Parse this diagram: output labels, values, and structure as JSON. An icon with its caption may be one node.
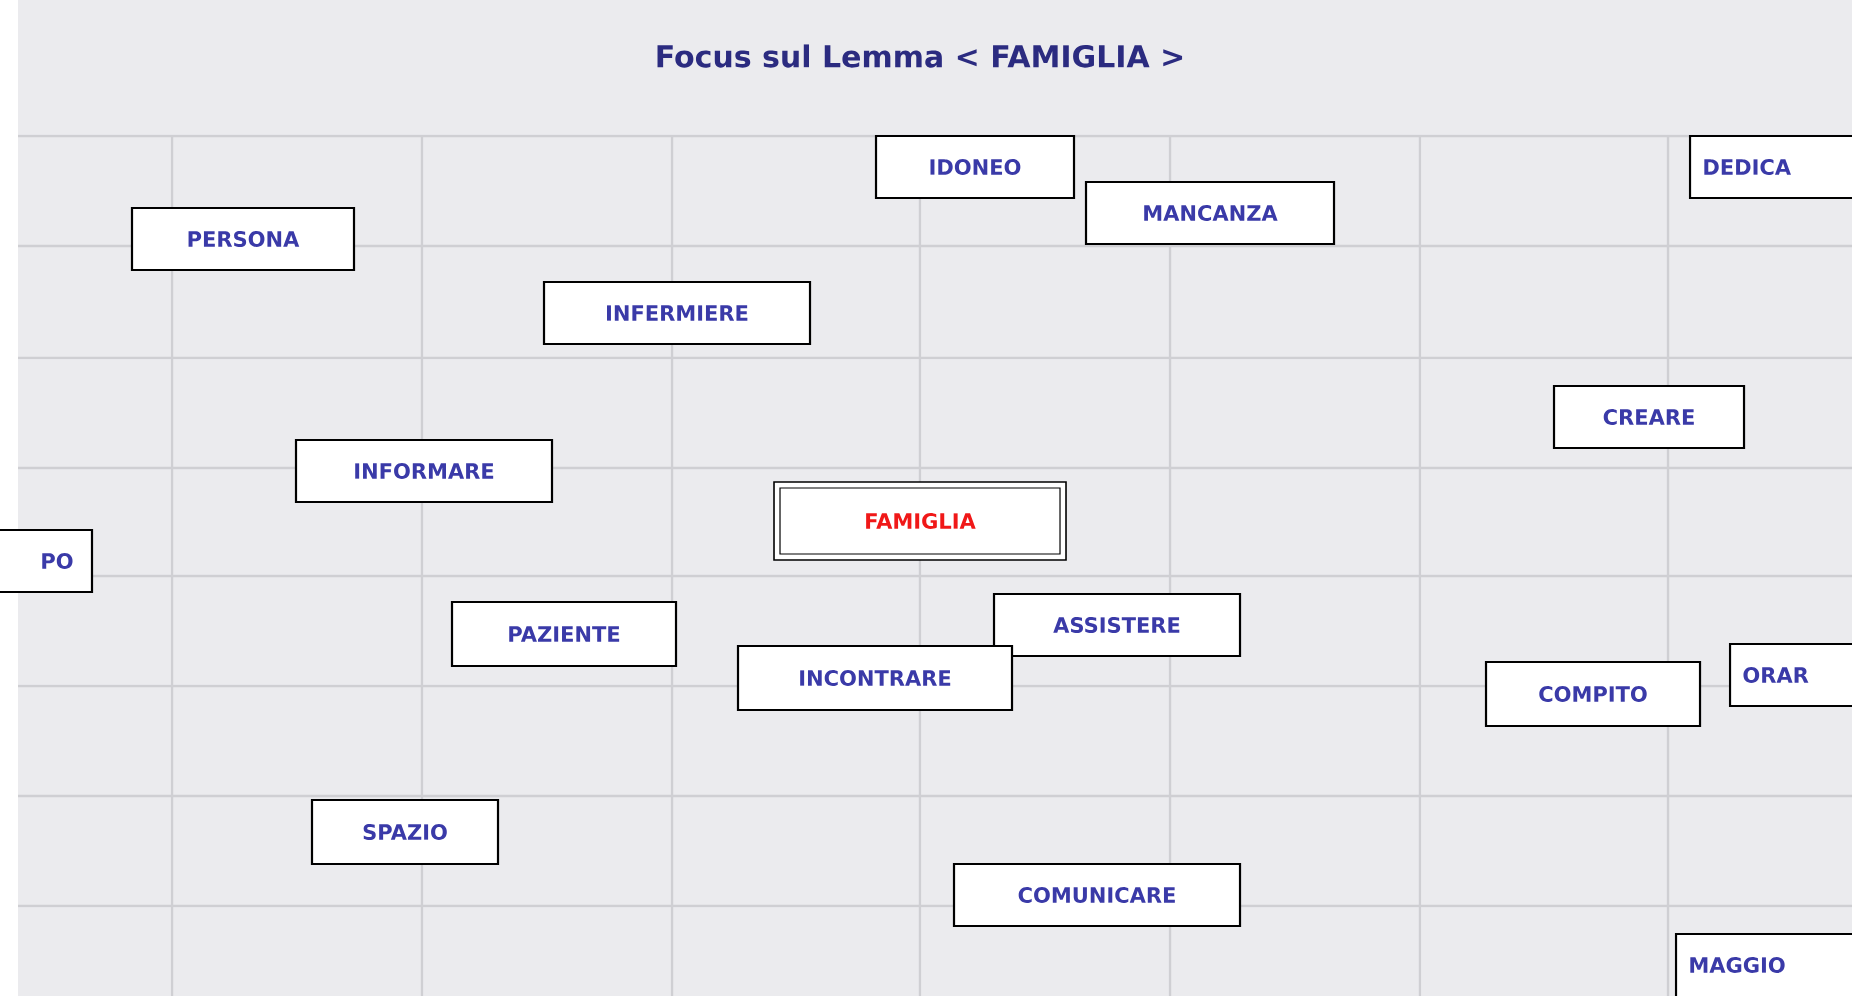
{
  "diagram": {
    "title": "Focus sul Lemma  < FAMIGLIA >",
    "nodes": [
      {
        "text": [
          "IDONEO"
        ]
      },
      {
        "text": [
          "DEDICA"
        ]
      },
      {
        "text": [
          "MANCANZA"
        ]
      },
      {
        "text": [
          "PERSONA"
        ]
      },
      {
        "text": [
          "INFERMIERE"
        ]
      },
      {
        "text": [
          "CREARE"
        ]
      },
      {
        "text": [
          "INFORMARE"
        ]
      },
      {
        "text": [
          "FAMIGLIA"
        ]
      },
      {
        "text": [
          "PO"
        ]
      },
      {
        "text": [
          "ASSISTERE"
        ]
      },
      {
        "text": [
          "PAZIENTE"
        ]
      },
      {
        "text": [
          "ORAR"
        ]
      },
      {
        "text": [
          "INCONTRARE"
        ]
      },
      {
        "text": [
          "COMPITO"
        ]
      },
      {
        "text": [
          "SPAZIO"
        ]
      },
      {
        "text": [
          "COMUNICARE"
        ]
      },
      {
        "text": [
          "MAGGIO"
        ]
      }
    ]
  }
}
